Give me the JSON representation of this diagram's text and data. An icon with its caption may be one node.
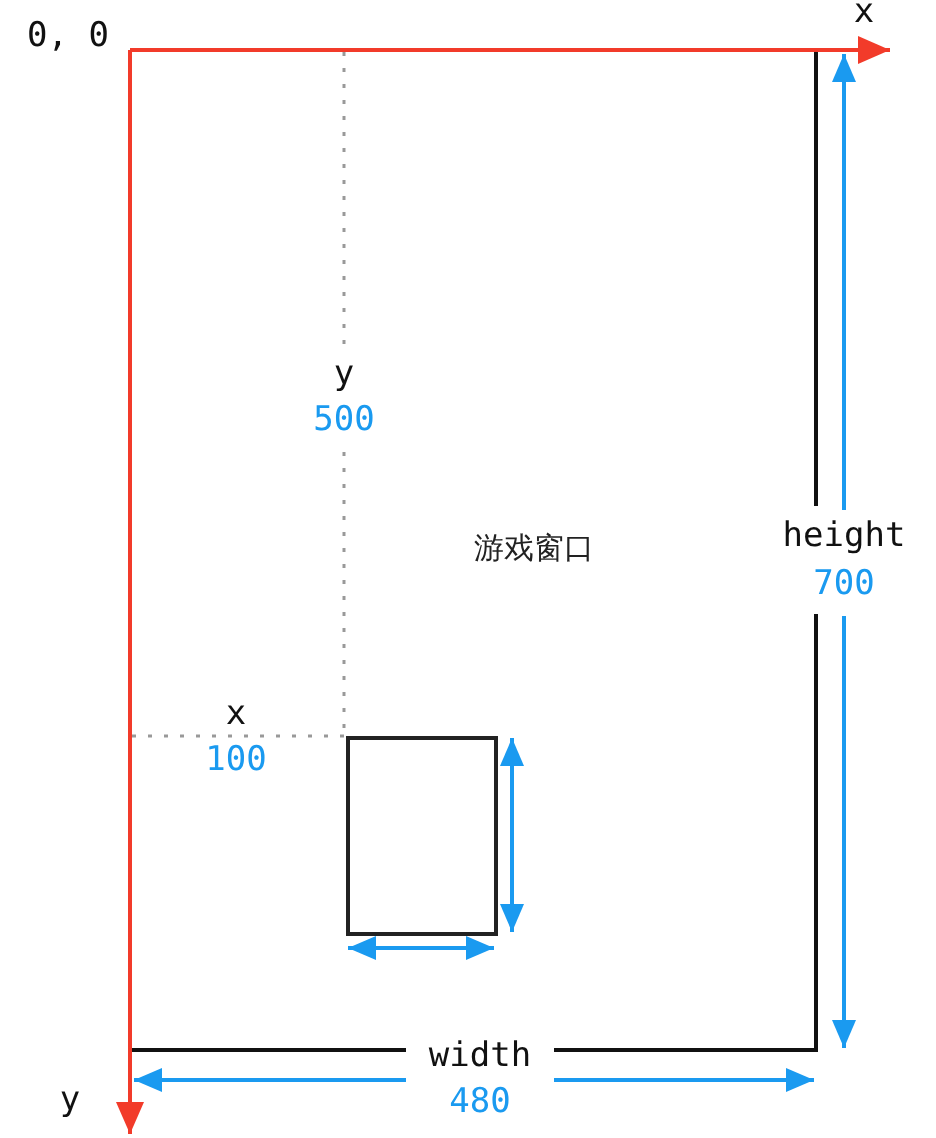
{
  "diagram": {
    "nodes": [
      {
        "text": [
          "游戏窗口"
        ]
      },
      {
        "text": [],
        "shape": "box",
        "in": 0
      }
    ],
    "labels": [
      "0, 0",
      "x",
      "y",
      "500",
      "height",
      "700",
      "x",
      "100",
      "width",
      "y",
      "480"
    ]
  }
}
